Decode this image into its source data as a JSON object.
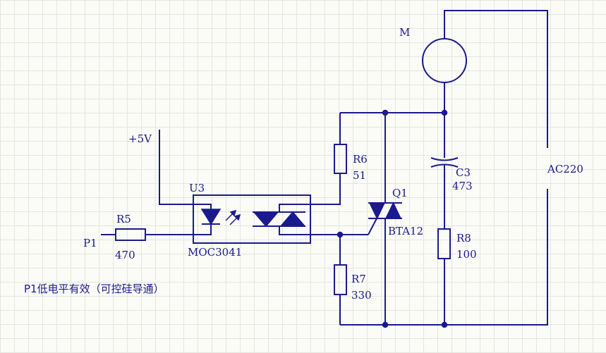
{
  "colors": {
    "ink": "#1a1a8c",
    "background": "#fbfbf7",
    "grid": "#e6e6e0"
  },
  "labels": {
    "motor": "M",
    "vcc": "+5V",
    "r6_ref": "R6",
    "r6_val": "51",
    "u3_ref": "U3",
    "u3_val": "MOC3041",
    "q1_ref": "Q1",
    "q1_val": "BTA12",
    "c3_ref": "C3",
    "c3_val": "473",
    "r8_ref": "R8",
    "r8_val": "100",
    "r5_ref": "R5",
    "r5_val": "470",
    "p1": "P1",
    "r7_ref": "R7",
    "r7_val": "330",
    "ac": "AC220",
    "note": "P1低电平有效（可控硅导通）"
  }
}
